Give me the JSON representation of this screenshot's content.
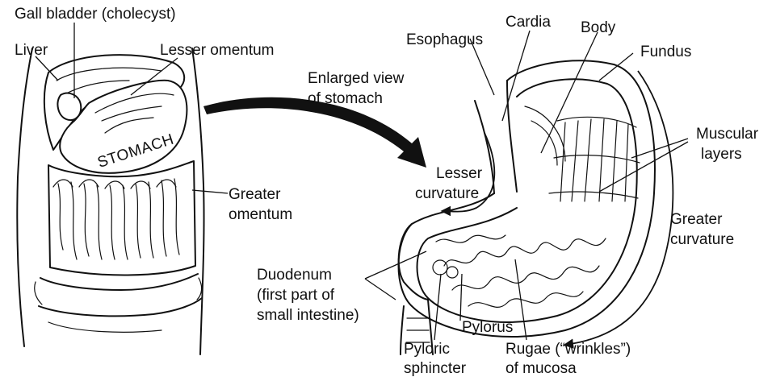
{
  "labels": {
    "gall_bladder": "Gall bladder (cholecyst)",
    "liver": "Liver",
    "lesser_omentum": "Lesser omentum",
    "stomach": "STOMACH",
    "greater_omentum_1": "Greater",
    "greater_omentum_2": "omentum",
    "enlarged_view_1": "Enlarged view",
    "enlarged_view_2": "of stomach",
    "esophagus": "Esophagus",
    "cardia": "Cardia",
    "body": "Body",
    "fundus": "Fundus",
    "muscular_layers_1": "Muscular",
    "muscular_layers_2": "layers",
    "lesser_curvature_1": "Lesser",
    "lesser_curvature_2": "curvature",
    "greater_curvature_1": "Greater",
    "greater_curvature_2": "curvature",
    "duodenum_1": "Duodenum",
    "duodenum_2": "(first part of",
    "duodenum_3": "small intestine)",
    "pylorus": "Pylorus",
    "pyloric_sphincter_1": "Pyloric",
    "pyloric_sphincter_2": "sphincter",
    "rugae_1": "Rugae (“wrinkles”)",
    "rugae_2": "of mucosa"
  }
}
